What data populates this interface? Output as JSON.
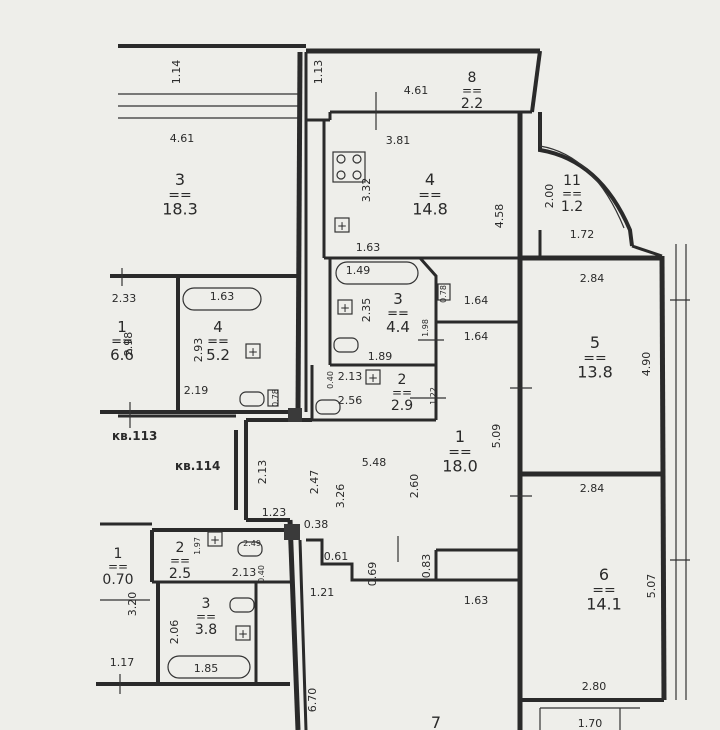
{
  "apartment_labels": {
    "kv113": "кв.113",
    "kv114": "кв.114"
  },
  "rooms": [
    {
      "id": "r3-left",
      "number": "3",
      "area": "18.3"
    },
    {
      "id": "r8",
      "number": "8",
      "area": "2.2"
    },
    {
      "id": "r4-kitchen",
      "number": "4",
      "area": "14.8"
    },
    {
      "id": "r11",
      "number": "11",
      "area": "1.2"
    },
    {
      "id": "r1-left",
      "number": "1",
      "area": "6.6"
    },
    {
      "id": "r4-bath",
      "number": "4",
      "area": "5.2"
    },
    {
      "id": "r3-bath",
      "number": "3",
      "area": "4.4"
    },
    {
      "id": "r2-wc",
      "number": "2",
      "area": "2.9"
    },
    {
      "id": "r5",
      "number": "5",
      "area": "13.8"
    },
    {
      "id": "r1-hall",
      "number": "1",
      "area": "18.0"
    },
    {
      "id": "r6",
      "number": "6",
      "area": "14.1"
    },
    {
      "id": "r2-lower",
      "number": "2",
      "area": "2.5"
    },
    {
      "id": "r3-lower",
      "number": "3",
      "area": "3.8"
    },
    {
      "id": "r1-lower",
      "number": "1",
      "area": "0.70"
    },
    {
      "id": "r7",
      "number": "7",
      "area": ""
    }
  ],
  "dimensions": [
    "1.14",
    "1.13",
    "4.61",
    "4.61",
    "3.81",
    "3.32",
    "4.58",
    "2.00",
    "1.72",
    "1.63",
    "1.49",
    "0.78",
    "2.84",
    "2.33",
    "1.63",
    "2.98",
    "2.93",
    "2.35",
    "1.98",
    "1.64",
    "1.64",
    "4.90",
    "1.89",
    "2.19",
    "0.78",
    "0.40",
    "2.13",
    "1.22",
    "2.56",
    "5.09",
    "2.13",
    "2.47",
    "5.48",
    "2.60",
    "3.26",
    "2.84",
    "1.23",
    "0.38",
    "1.97",
    "2.49",
    "0.61",
    "0.69",
    "0.83",
    "2.13",
    "0.40",
    "1.21",
    "1.63",
    "5.07",
    "3.20",
    "2.06",
    "1.17",
    "1.85",
    "6.70",
    "2.80",
    "1.70"
  ]
}
